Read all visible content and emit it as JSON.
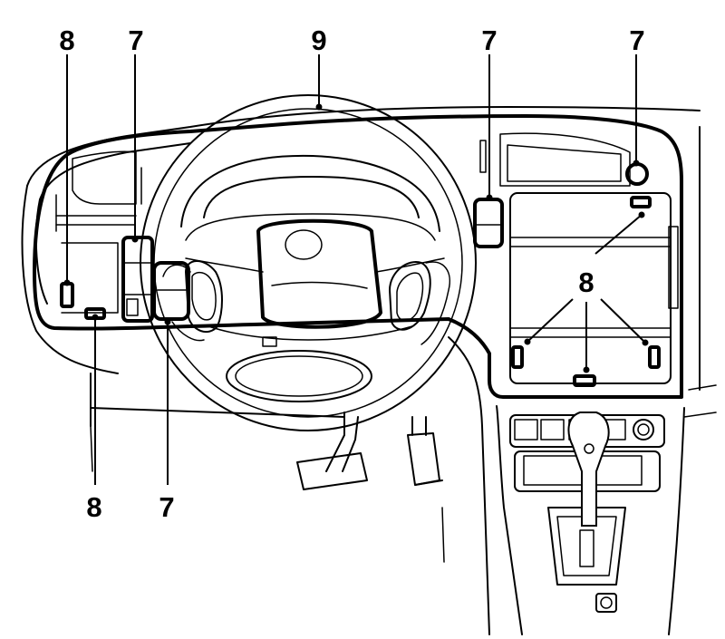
{
  "callouts": {
    "label_8_top_left": "8",
    "label_7_top_left": "7",
    "label_9_top": "9",
    "label_7_top_center_right": "7",
    "label_7_top_right": "7",
    "label_8_right_group": "8",
    "label_8_bottom_left": "8",
    "label_7_bottom": "7"
  },
  "colors": {
    "line": "#000000",
    "background": "#ffffff"
  }
}
